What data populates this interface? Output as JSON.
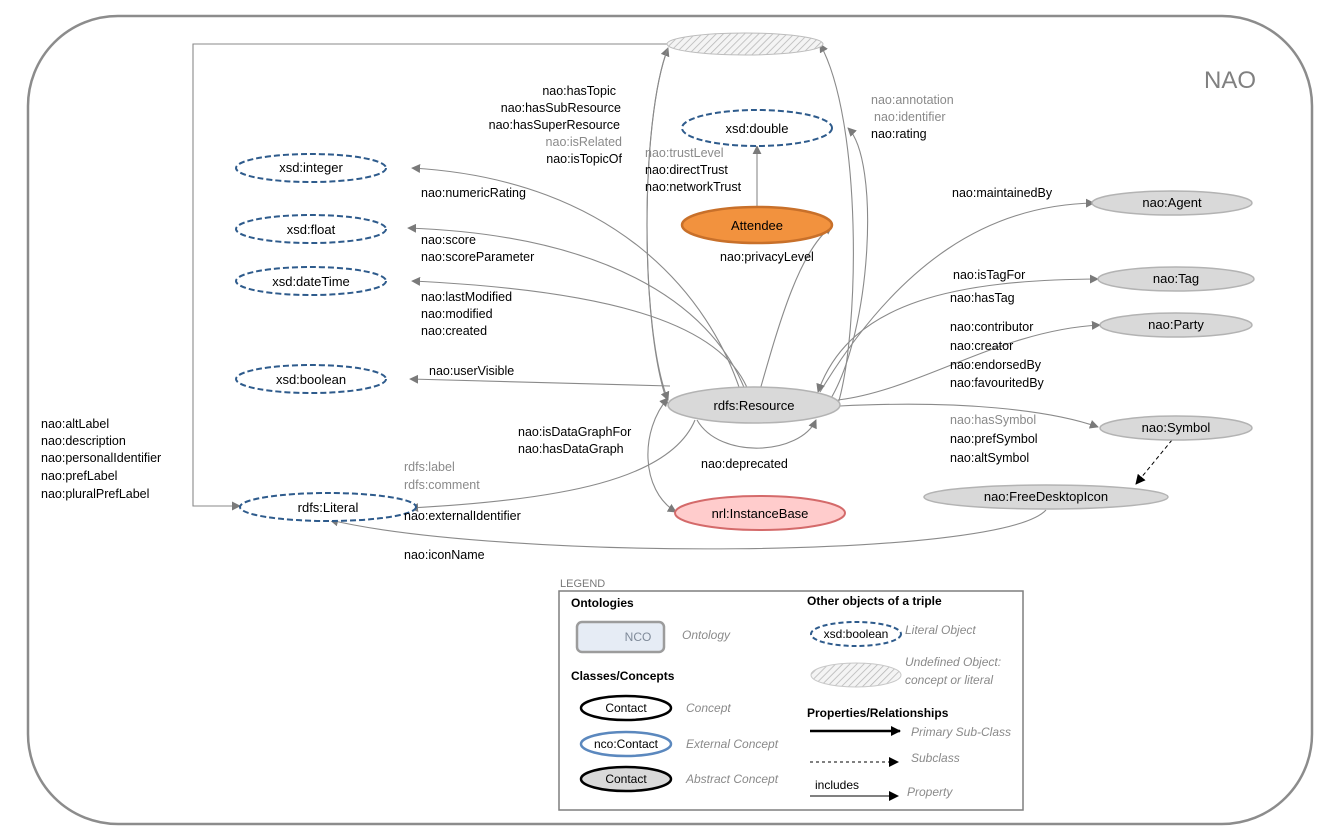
{
  "title": "NAO",
  "nodes": {
    "resource": "rdfs:Resource",
    "literal": "rdfs:Literal",
    "integer": "xsd:integer",
    "float": "xsd:float",
    "datetime": "xsd:dateTime",
    "boolean": "xsd:boolean",
    "double": "xsd:double",
    "attendee": "Attendee",
    "agent": "nao:Agent",
    "tag": "nao:Tag",
    "party": "nao:Party",
    "symbol": "nao:Symbol",
    "freedesktopicon": "nao:FreeDesktopIcon",
    "instancebase": "nrl:InstanceBase"
  },
  "edge_labels": {
    "top_group": [
      "nao:hasTopic",
      "nao:hasSubResource",
      "nao:hasSuperResource",
      "nao:isRelated",
      "nao:isTopicOf"
    ],
    "trust_group": [
      "nao:trustLevel",
      "nao:directTrust",
      "nao:networkTrust"
    ],
    "annotation_group": [
      "nao:annotation",
      "nao:identifier",
      "nao:rating"
    ],
    "numeric_rating": "nao:numericRating",
    "score_group": [
      "nao:score",
      "nao:scoreParameter"
    ],
    "date_group": [
      "nao:lastModified",
      "nao:modified",
      "nao:created"
    ],
    "privacy_level": "nao:privacyLevel",
    "user_visible": "nao:userVisible",
    "datagraph_group": [
      "nao:isDataGraphFor",
      "nao:hasDataGraph"
    ],
    "deprecated": "nao:deprecated",
    "maintained_by": "nao:maintainedBy",
    "tag_group": [
      "nao:isTagFor",
      "nao:hasTag"
    ],
    "party_group": [
      "nao:contributor",
      "nao:creator",
      "nao:endorsedBy",
      "nao:favouritedBy"
    ],
    "symbol_group": [
      "nao:hasSymbol",
      "nao:prefSymbol",
      "nao:altSymbol"
    ],
    "literal_group": [
      "nao:altLabel",
      "nao:description",
      "nao:personalIdentifier",
      "nao:prefLabel",
      "nao:pluralPrefLabel"
    ],
    "rdfs_group": [
      "rdfs:label",
      "rdfs:comment"
    ],
    "external_identifier": "nao:externalIdentifier",
    "icon_name": "nao:iconName"
  },
  "legend": {
    "title": "LEGEND",
    "ontologies_heading": "Ontologies",
    "ontology_box": "NCO",
    "ontology_desc": "Ontology",
    "classes_heading": "Classes/Concepts",
    "concept_box": "Contact",
    "concept_desc": "Concept",
    "external_box": "nco:Contact",
    "external_desc": "External Concept",
    "abstract_box": "Contact",
    "abstract_desc": "Abstract Concept",
    "other_heading": "Other objects of a triple",
    "literal_box": "xsd:boolean",
    "literal_desc": "Literal Object",
    "undefined_desc_1": "Undefined Object:",
    "undefined_desc_2": "concept or literal",
    "properties_heading": "Properties/Relationships",
    "primary_desc": "Primary Sub-Class",
    "subclass_desc": "Subclass",
    "includes_label": "includes",
    "property_desc": "Property"
  }
}
